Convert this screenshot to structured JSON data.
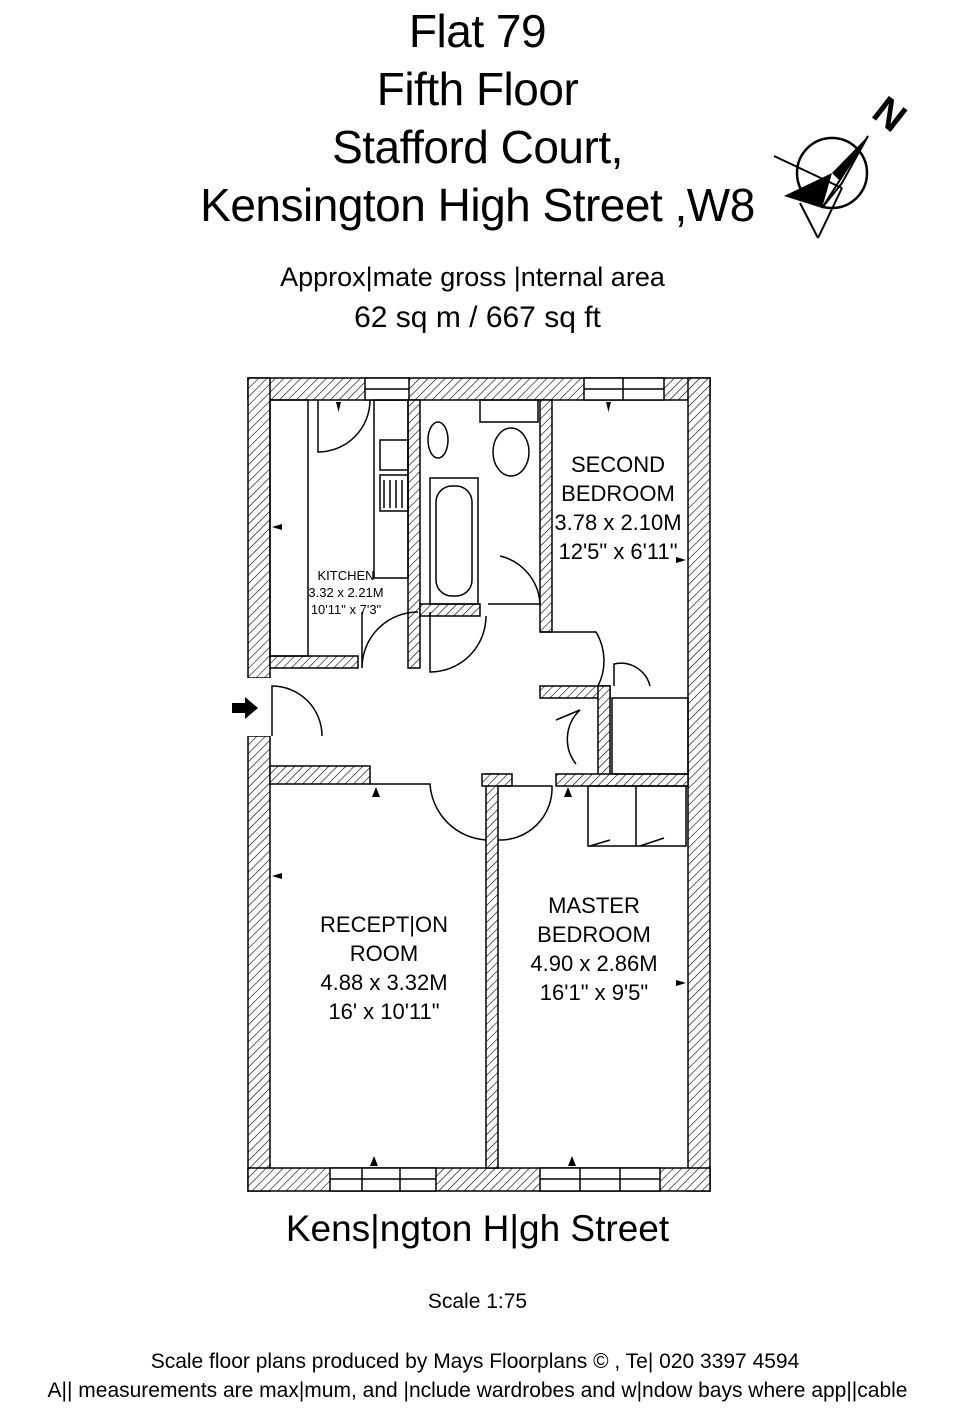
{
  "header": {
    "lines": [
      "Flat 79",
      "Fifth Floor",
      "Stafford Court,",
      "Kensington High Street ,W8"
    ]
  },
  "area": {
    "label": "Approx|mate gross |nternal area",
    "value": "62 sq m  /  667 sq ft"
  },
  "compass": {
    "letter": "N",
    "icon": "north-arrow-icon"
  },
  "rooms": {
    "kitchen": {
      "name": "KITCHEN",
      "metric": "3.32 x 2.21M",
      "imperial": "10'11\" x 7'3\""
    },
    "second_bedroom": {
      "name_line1": "SECOND",
      "name_line2": "BEDROOM",
      "metric": "3.78 x 2.10M",
      "imperial": "12'5\" x 6'11\""
    },
    "reception": {
      "name_line1": "RECEPT|ON",
      "name_line2": "ROOM",
      "metric": "4.88 x 3.32M",
      "imperial": "16' x 10'11\""
    },
    "master_bedroom": {
      "name_line1": "MASTER",
      "name_line2": "BEDROOM",
      "metric": "4.90 x 2.86M",
      "imperial": "16'1\" x 9'5\""
    }
  },
  "street_label": "Kens|ngton H|gh Street",
  "scale": "Scale 1:75",
  "footer": {
    "line1": "Scale floor plans produced by Mays Floorplans  © , Te| 020 3397 4594",
    "line2": "A|| measurements are max|mum, and |nclude wardrobes and w|ndow bays where app||cable"
  },
  "colors": {
    "ink": "#000000",
    "background": "#ffffff"
  }
}
